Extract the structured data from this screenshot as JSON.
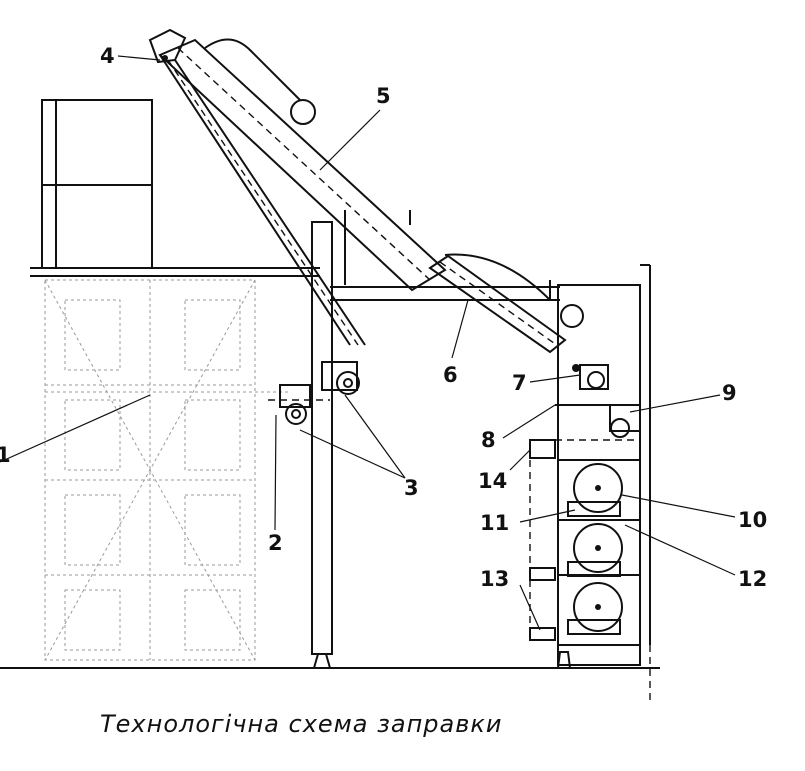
{
  "caption": "Технологічна   схема   заправки",
  "labels": {
    "l1": "1",
    "l2": "2",
    "l3": "3",
    "l4": "4",
    "l5": "5",
    "l6": "6",
    "l7": "7",
    "l8": "8",
    "l9": "9",
    "l10": "10",
    "l11": "11",
    "l12": "12",
    "l13": "13",
    "l14": "14"
  }
}
